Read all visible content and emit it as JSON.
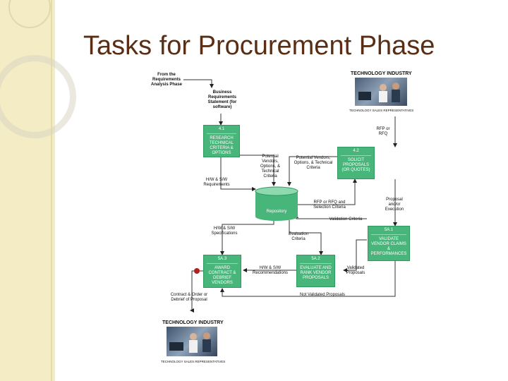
{
  "slide": {
    "title": "Tasks for Procurement Phase"
  },
  "diagram": {
    "from_analysis": "From the Requirements Analysis Phase",
    "business_req": "Business Requirements Statement (for software)",
    "industry_top": "TECHNOLOGY INDUSTRY",
    "industry_top_caption": "Technology Sales Representatives",
    "industry_bottom": "TECHNOLOGY INDUSTRY",
    "industry_bottom_caption": "Technology Sales Representatives",
    "rfp": "RFP or RFQ",
    "box_41": {
      "id": "4.1",
      "text": "Research Technical Criteria & Options"
    },
    "box_42": {
      "id": "4.2",
      "text": "Solicit Proposals (or quotes)"
    },
    "box_5a1": {
      "id": "5A.1",
      "text": "Validate Vendor Claims & Performances"
    },
    "box_5a2": {
      "id": "5A.2",
      "text": "Evaluate and Rank Vendor Proposals"
    },
    "box_5a3": {
      "id": "5A.3",
      "text": "Award Contract & Debrief Vendors"
    },
    "repository": "Repository",
    "potential_vendors_1": "Potential Vendors, Options, & Technical Criteria",
    "potential_vendors_2": "Potential Vendors, Options, & Technical Criteria",
    "hw_sw_req": "H/W & S/W Requirements",
    "rfp_selection": "RFP or RFQ and Selection Criteria",
    "proposal_execution": "Proposal and/or Execution",
    "validation_criteria": "Validation Criteria",
    "hw_sw_spec": "H/W & S/W Specifications",
    "evaluation_criteria": "Evaluation Criteria",
    "hw_sw_recommend": "H/W & S/W Recommendations",
    "validated_proposals": "Validated Proposals",
    "not_validated": "Not Validated Proposals",
    "contract_debrief": "Contract & Order or Debrief of Proposal"
  },
  "colors": {
    "box_green": "#48b57a",
    "title_brown": "#5a2e14",
    "accent_red": "#b02020"
  }
}
